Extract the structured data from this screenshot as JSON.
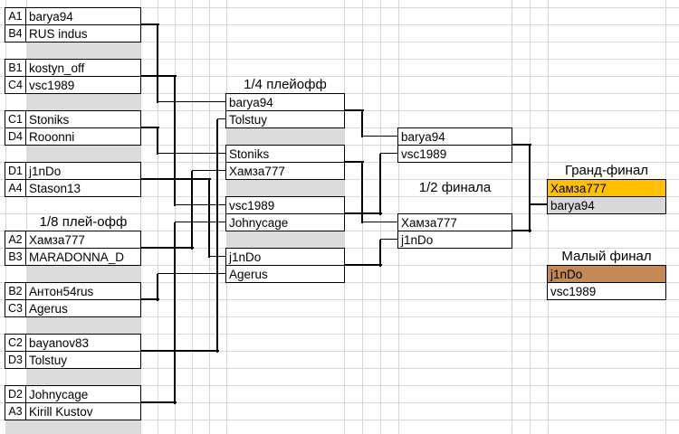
{
  "sheet": {
    "app": "spreadsheet-tournament-bracket",
    "labels": {
      "round_of_16": "1/8 плей-офф",
      "quarterfinal": "1/4 плейофф",
      "semifinal": "1/2 финала",
      "grand_final": "Гранд-финал",
      "small_final": "Малый финал"
    },
    "colors": {
      "winner_gold": "#FFC000",
      "runner_up_gray": "#D9D9D9",
      "small_final_tan": "#C38A55",
      "shaded_cell": "#DBDBDB",
      "gridline": "#D6D6D6"
    },
    "r16_matches": [
      {
        "seeds": [
          "A1",
          "B4"
        ],
        "players": [
          "barya94",
          "RUS indus"
        ]
      },
      {
        "seeds": [
          "B1",
          "C4"
        ],
        "players": [
          "kostyn_off",
          "vsc1989"
        ]
      },
      {
        "seeds": [
          "C1",
          "D4"
        ],
        "players": [
          "Stoniks",
          "Rooonni"
        ]
      },
      {
        "seeds": [
          "D1",
          "A4"
        ],
        "players": [
          "j1nDo",
          "Stason13"
        ]
      },
      {
        "seeds": [
          "A2",
          "B3"
        ],
        "players": [
          "Хамза777",
          "MARADONNA_D"
        ]
      },
      {
        "seeds": [
          "B2",
          "C3"
        ],
        "players": [
          "Антон54rus",
          "Agerus"
        ]
      },
      {
        "seeds": [
          "C2",
          "D3"
        ],
        "players": [
          "bayanov83",
          "Tolstuy"
        ]
      },
      {
        "seeds": [
          "D2",
          "A3"
        ],
        "players": [
          "Johnycage",
          "Kirill Kustov"
        ]
      }
    ],
    "qf_matches": [
      {
        "players": [
          "barya94",
          "Tolstuy"
        ]
      },
      {
        "players": [
          "Stoniks",
          "Хамза777"
        ]
      },
      {
        "players": [
          "vsc1989",
          "Johnycage"
        ]
      },
      {
        "players": [
          "j1nDo",
          "Agerus"
        ]
      }
    ],
    "sf_matches": [
      {
        "players": [
          "barya94",
          "vsc1989"
        ]
      },
      {
        "players": [
          "Хамза777",
          "j1nDo"
        ]
      }
    ],
    "grand_final": {
      "players": [
        "Хамза777",
        "barya94"
      ]
    },
    "small_final": {
      "players": [
        "j1nDo",
        "vsc1989"
      ]
    }
  }
}
